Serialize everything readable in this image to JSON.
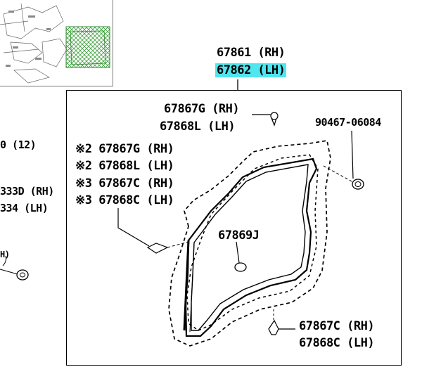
{
  "header": {
    "part_rh": "67861 (RH)",
    "part_lh": "67862 (LH)",
    "highlight_color": "#4fe6ef"
  },
  "left_edge_labels": {
    "ref_12": "0 (12)",
    "ref_rh": "333D (RH)",
    "ref_lh": "334 (LH)",
    "ref_h": "H)"
  },
  "callouts": {
    "clip_top_rh": "67867G (RH)",
    "clip_top_lh": "67868L (LH)",
    "bolt_ref": "90467-06084",
    "list_1": "※2 67867G (RH)",
    "list_2": "※2 67868L (LH)",
    "list_3": "※3 67867C (RH)",
    "list_4": "※3 67868C (LH)",
    "center_part": "67869J",
    "clip_bottom_rh": "67867C (RH)",
    "clip_bottom_lh": "67868C (LH)"
  }
}
